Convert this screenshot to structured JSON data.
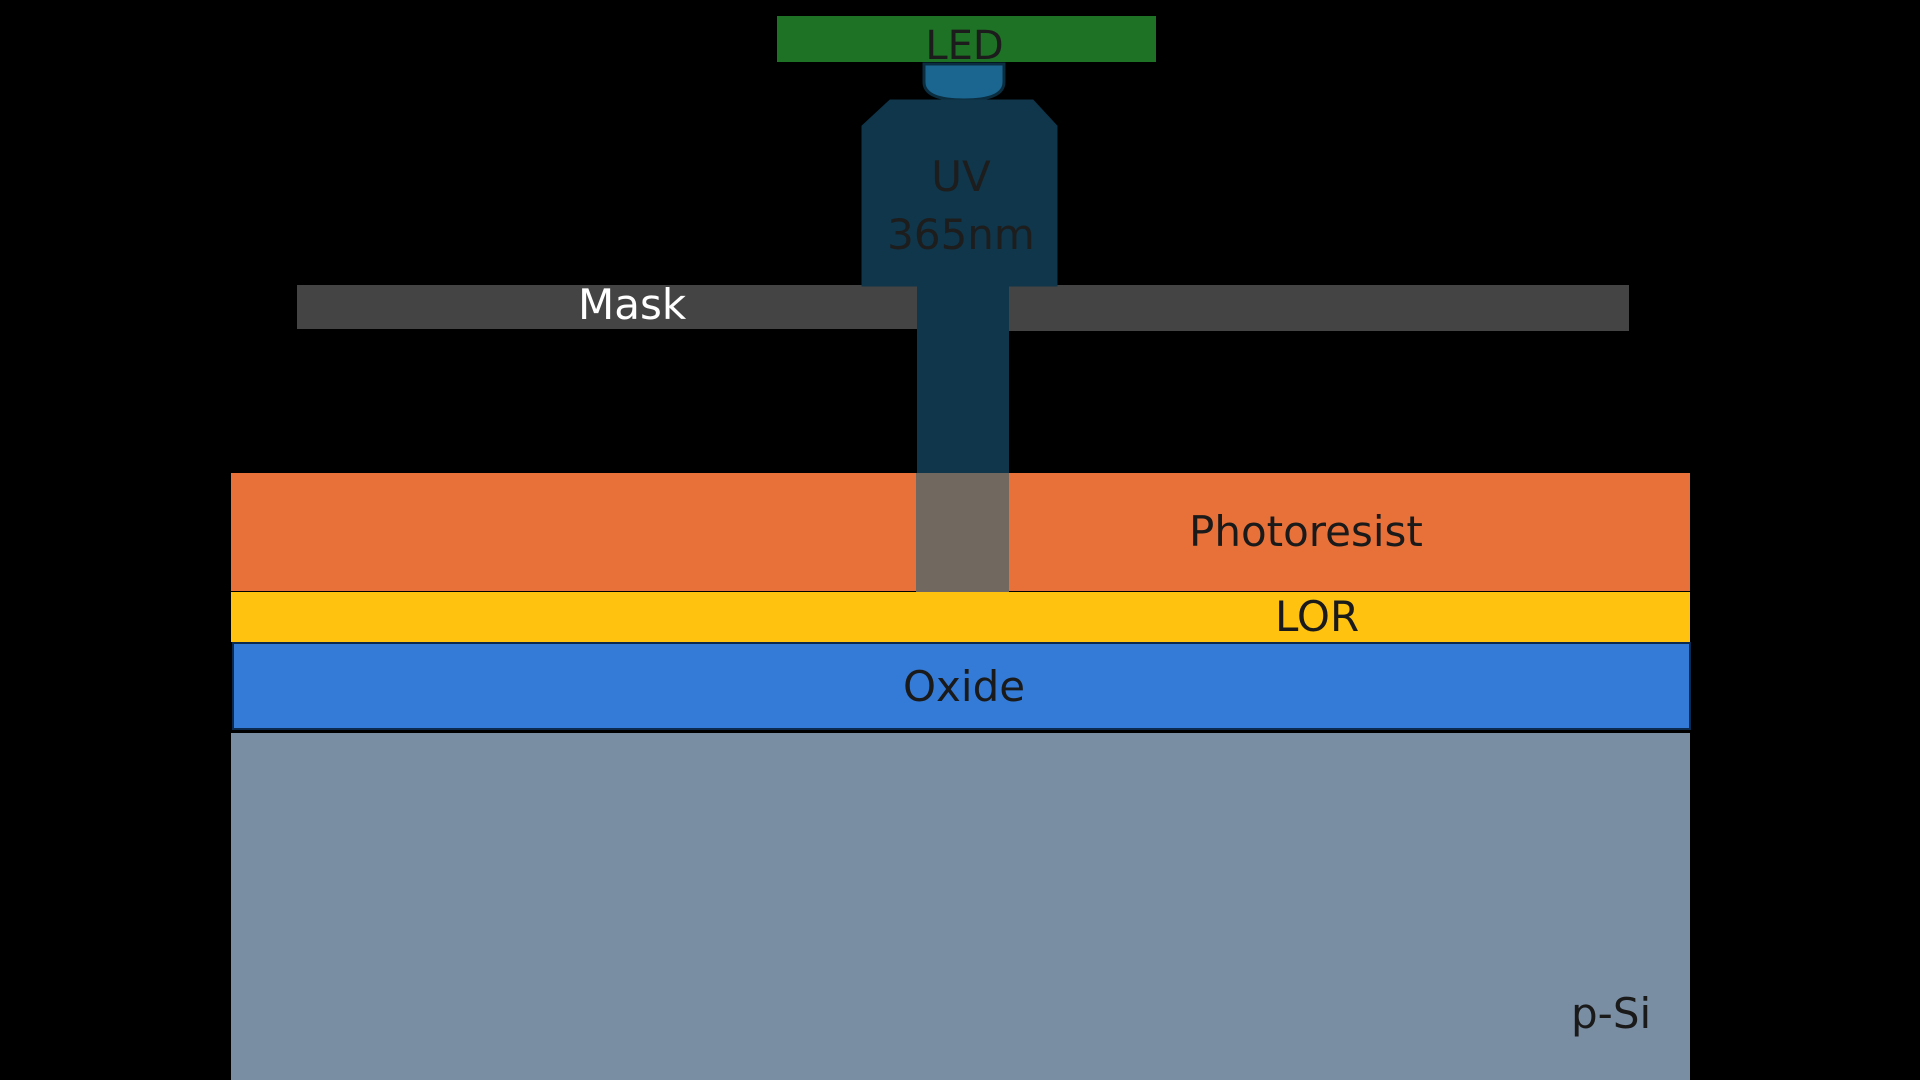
{
  "diagram": {
    "title": "Photolithography exposure cross-section",
    "colors": {
      "background": "#000000",
      "led": "#1e7225",
      "lens": "#1a6690",
      "uv_body": "#0f364a",
      "mask": "#444444",
      "photoresist": "#e8713a",
      "exposed_region": "#716860",
      "lor": "#ffc30f",
      "oxide": "#347bd7",
      "substrate": "#7a8ea3"
    },
    "led": {
      "label": "LED"
    },
    "uv_source": {
      "line1": "UV",
      "line2": "365nm"
    },
    "mask": {
      "label": "Mask"
    },
    "layers": {
      "photoresist": "Photoresist",
      "lor": "LOR",
      "oxide": "Oxide",
      "substrate": "p-Si"
    }
  }
}
